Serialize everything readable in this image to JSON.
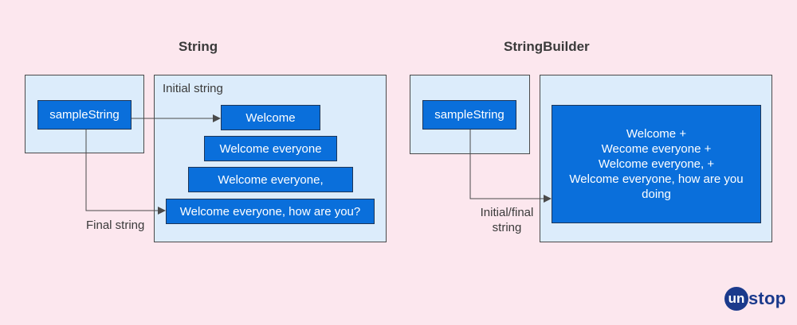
{
  "string_section": {
    "title": "String",
    "variable": "sampleString",
    "panel_label": "Initial string",
    "values": [
      "Welcome",
      "Welcome everyone",
      "Welcome everyone,",
      "Welcome everyone, how are you?"
    ],
    "final_label": "Final string"
  },
  "builder_section": {
    "title": "StringBuilder",
    "variable": "sampleString",
    "content_lines": [
      "Welcome +",
      "Wecome everyone +",
      "Welcome everyone, +",
      "Welcome everyone, how are you",
      "doing"
    ],
    "link_label_lines": [
      "Initial/final",
      "string"
    ]
  },
  "logo": {
    "circle_text": "un",
    "text": "stop"
  },
  "colors": {
    "background": "#fce7ee",
    "panel": "#dcecfb",
    "box": "#0a6fdb",
    "logo": "#1b3a8c"
  }
}
